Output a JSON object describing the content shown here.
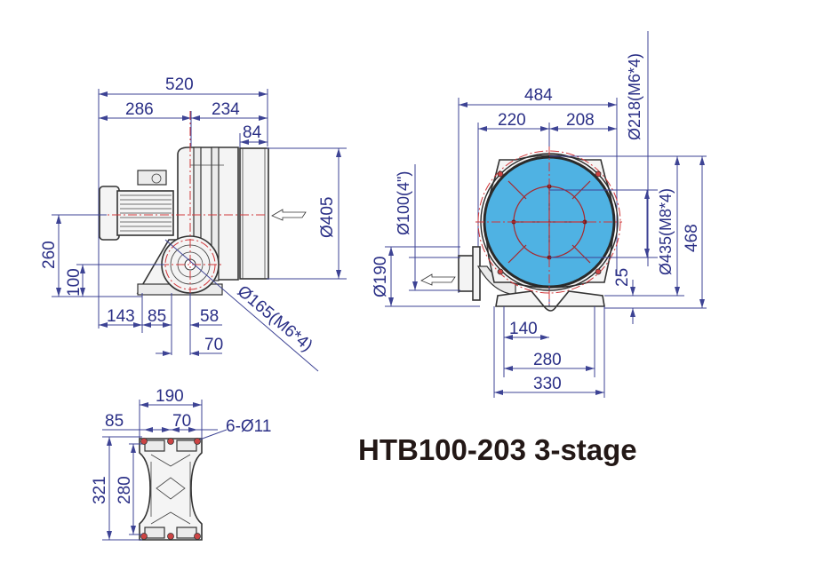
{
  "title": "HTB100-203 3-stage",
  "colors": {
    "dimension": "#2a2f86",
    "centerline": "#d1373a",
    "housing_fill": "#4fb2e3",
    "outline": "#333333",
    "title": "#231816"
  },
  "side_view": {
    "overall_length": "520",
    "motor_section": "286",
    "blower_section": "234",
    "outlet_flange_depth": "84",
    "outlet_diameter": "Ø405",
    "shaft_height": "260",
    "inlet_height": "100",
    "base_a": "143",
    "base_b": "85",
    "base_c": "58",
    "base_d": "70",
    "inlet_flange": "Ø165(M6*4)"
  },
  "front_view": {
    "overall_width": "484",
    "left_half": "220",
    "right_half": "208",
    "top_flange": "Ø218(M6*4)",
    "inlet_pipe": "Ø100(4\")",
    "inlet_flange": "Ø190",
    "housing_diameter": "Ø435(M8*4)",
    "overall_height": "468",
    "base_thickness": "25",
    "foot_offset": "140",
    "foot_spacing": "280",
    "base_width": "330"
  },
  "base_view": {
    "width": "190",
    "edge_offset": "85",
    "hole_pitch": "70",
    "holes": "6-Ø11",
    "length": "321",
    "hole_span": "280"
  },
  "icons": {
    "airflow_arrow": "flow-arrow-icon",
    "mount_hole": "bolt-hole-icon"
  }
}
